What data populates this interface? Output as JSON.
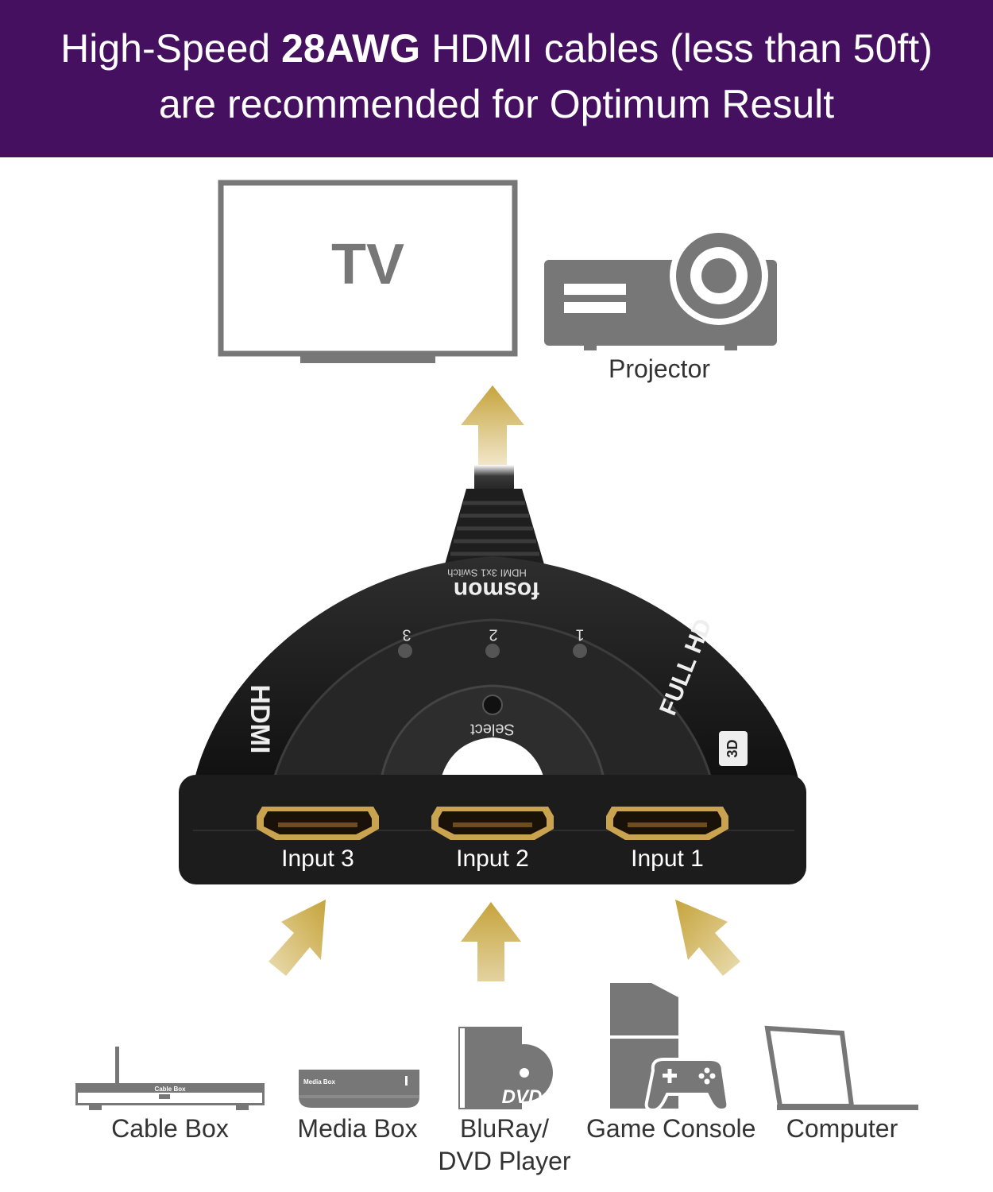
{
  "banner": {
    "line1_pre": "High-Speed ",
    "line1_bold": "28AWG",
    "line1_post": " HDMI cables (less than 50ft)",
    "line2": "are recommended for Optimum Result"
  },
  "outputs": {
    "tv_label": "TV",
    "projector_label": "Projector"
  },
  "switch": {
    "brand": "fosmon",
    "model": "HDMI 3x1 Switch",
    "led_labels": [
      "3",
      "2",
      "1"
    ],
    "select_label": "Select",
    "hdmi_logo": "HDMI",
    "full_hd_logo": "FULL HD",
    "badge_3d": "3D",
    "ports": [
      "Input 3",
      "Input 2",
      "Input 1"
    ]
  },
  "sources": {
    "cable_box": "Cable Box",
    "cable_box_device_text": "Cable Box",
    "media_box": "Media Box",
    "media_box_device_text": "Media Box",
    "bluray_line1": "BluRay/",
    "bluray_line2": "DVD Player",
    "dvd_logo": "DVD",
    "game_console": "Game Console",
    "computer": "Computer"
  },
  "colors": {
    "banner": "#461060",
    "icon_gray": "#777777",
    "arrow_gold": "#c9a94a",
    "device_black": "#1c1c1c"
  }
}
